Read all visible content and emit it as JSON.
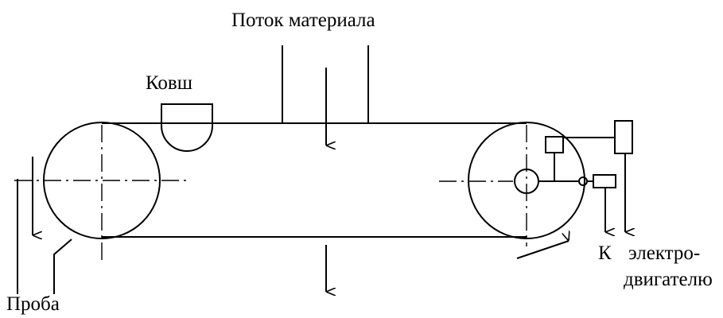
{
  "labels": {
    "material_flow": "Поток материала",
    "bucket": "Ковш",
    "to": "К",
    "motor_line1": "электро-",
    "motor_line2": "двигателю",
    "sample": "Проба"
  }
}
